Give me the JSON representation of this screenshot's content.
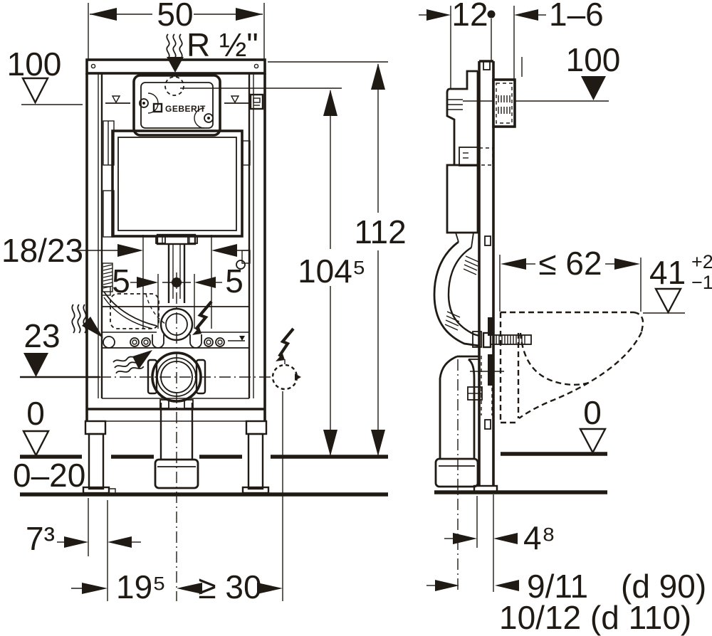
{
  "colors": {
    "ink": "#201a14",
    "background": "#ffffff"
  },
  "front_view": {
    "brand": "GEBERIT",
    "dims": {
      "width_top": "50",
      "supply": "R ½\"",
      "level_top": "100",
      "height_total": "112",
      "height_inner": "104⁵",
      "plate_width": "18/23",
      "offset_left": "5",
      "offset_right": "5",
      "level_outlet": "23",
      "level_floor": "0",
      "floor_range": "0–20",
      "foot_width": "7³",
      "drain_offset": "19⁵",
      "socket_clearance": "≥ 30"
    }
  },
  "side_view": {
    "dims": {
      "frame_depth": "12",
      "wall_thickness": "1–6",
      "level_top": "100",
      "bowl_depth": "≤ 62",
      "seat_height": "41",
      "seat_height_plus": "+2",
      "seat_height_minus": "−1",
      "level_floor": "0",
      "pipe_clearance": "4⁸",
      "drain_d90": "9/11",
      "drain_d90_note": "(d 90)",
      "drain_d110": "10/12 (d 110)"
    }
  }
}
